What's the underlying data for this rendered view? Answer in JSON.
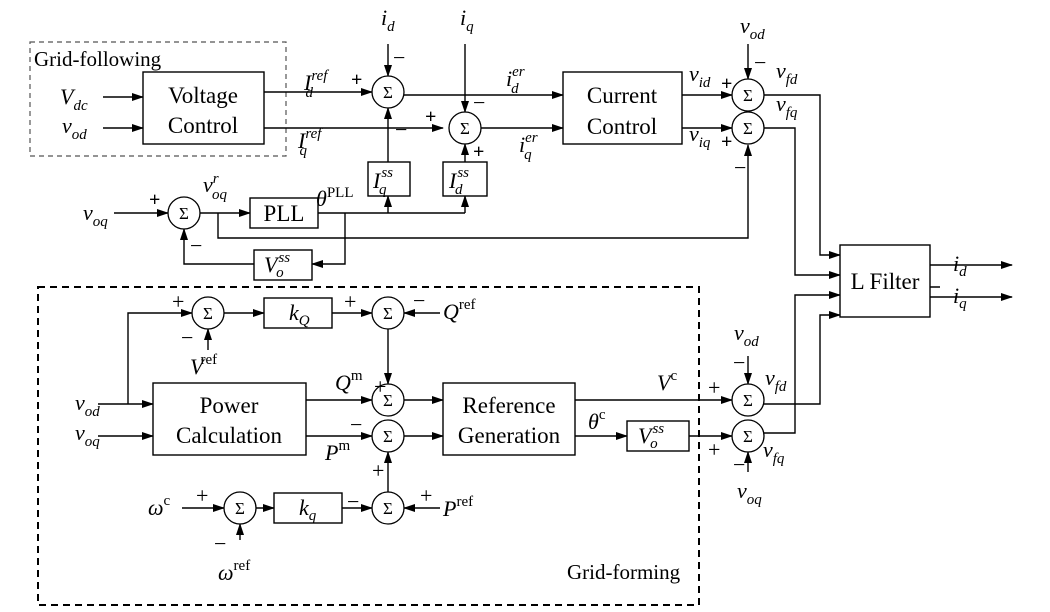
{
  "groups": {
    "grid_following": "Grid-following",
    "grid_forming": "Grid-forming"
  },
  "blocks": {
    "voltage_control": [
      "Voltage",
      "Control"
    ],
    "current_control": [
      "Current",
      "Control"
    ],
    "pll": "PLL",
    "l_filter": "L Filter",
    "power_calculation": [
      "Power",
      "Calculation"
    ],
    "reference_generation": [
      "Reference",
      "Generation"
    ],
    "kQ": {
      "base": "k",
      "sub": "Q"
    },
    "kq": {
      "base": "k",
      "sub": "q"
    },
    "Iq_ss": {
      "base": "I",
      "sub": "q",
      "sup": "ss"
    },
    "Id_ss": {
      "base": "I",
      "sub": "d",
      "sup": "ss"
    },
    "Vo_ss_top": {
      "base": "V",
      "sub": "o",
      "sup": "ss"
    },
    "Vo_ss_bottom": {
      "base": "V",
      "sub": "o",
      "sup": "ss"
    }
  },
  "sum_symbol": "Σ",
  "signs": {
    "plus": "+",
    "minus": "−"
  },
  "signals": {
    "Vdc": {
      "base": "V",
      "sub": "dc"
    },
    "vod_in_top": {
      "base": "v",
      "sub": "od"
    },
    "Id_ref": {
      "base": "I",
      "sub": "d",
      "sup": "ref"
    },
    "Iq_ref": {
      "base": "I",
      "sub": "q",
      "sup": "ref"
    },
    "id_top": {
      "base": "i",
      "sub": "d"
    },
    "iq_top": {
      "base": "i",
      "sub": "q"
    },
    "id_er": {
      "base": "i",
      "sub": "d",
      "sup": "er"
    },
    "iq_er": {
      "base": "i",
      "sub": "q",
      "sup": "er"
    },
    "vid": {
      "base": "v",
      "sub": "id"
    },
    "viq": {
      "base": "v",
      "sub": "iq"
    },
    "vod_top": {
      "base": "v",
      "sub": "od"
    },
    "vfd_top": {
      "base": "v",
      "sub": "fd"
    },
    "vfq_top": {
      "base": "v",
      "sub": "fq"
    },
    "voq_r": {
      "base": "v",
      "sub": "oq",
      "sup": "r"
    },
    "voq_in": {
      "base": "v",
      "sub": "oq"
    },
    "theta_pll": {
      "base": "θ",
      "sup": "PLL"
    },
    "id_out": {
      "base": "i",
      "sub": "d"
    },
    "iq_out": {
      "base": "i",
      "sub": "q"
    },
    "Q_ref": {
      "base": "Q",
      "sup": "ref"
    },
    "V_ref": {
      "base": "V",
      "sup": "ref"
    },
    "vod_bottom": {
      "base": "v",
      "sub": "od"
    },
    "voq_bottom": {
      "base": "v",
      "sub": "oq"
    },
    "Q_m": {
      "base": "Q",
      "sup": "m"
    },
    "P_m": {
      "base": "P",
      "sup": "m"
    },
    "V_c": {
      "base": "V",
      "sup": "c"
    },
    "theta_c": {
      "base": "θ",
      "sup": "c"
    },
    "omega_c": {
      "base": "ω",
      "sup": "c"
    },
    "omega_ref": {
      "base": "ω",
      "sup": "ref"
    },
    "P_ref": {
      "base": "P",
      "sup": "ref"
    },
    "vod_br": {
      "base": "v",
      "sub": "od"
    },
    "vfd_bottom": {
      "base": "v",
      "sub": "fd"
    },
    "vfq_bottom": {
      "base": "v",
      "sub": "fq"
    },
    "voq_br": {
      "base": "v",
      "sub": "oq"
    }
  }
}
